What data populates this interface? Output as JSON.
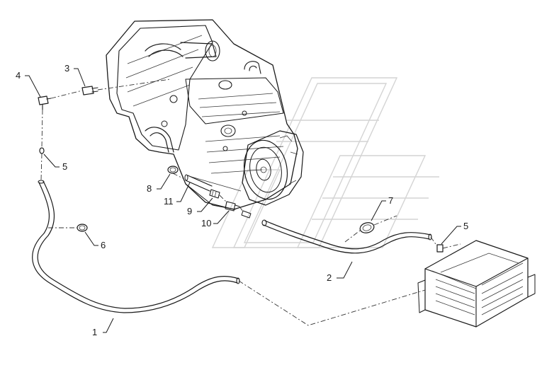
{
  "callouts": {
    "c1": "1",
    "c2": "2",
    "c3": "3",
    "c4": "4",
    "c5a": "5",
    "c5b": "5",
    "c6": "6",
    "c7": "7",
    "c8": "8",
    "c9": "9",
    "c10": "10",
    "c11": "11"
  },
  "colors": {
    "line": "#1a1a1a",
    "watermark": "#d4d4d4",
    "background": "#ffffff"
  },
  "icons": {
    "engine": "engine-assembly-icon",
    "module": "electronic-control-module-icon",
    "watermark": "brand-watermark"
  }
}
